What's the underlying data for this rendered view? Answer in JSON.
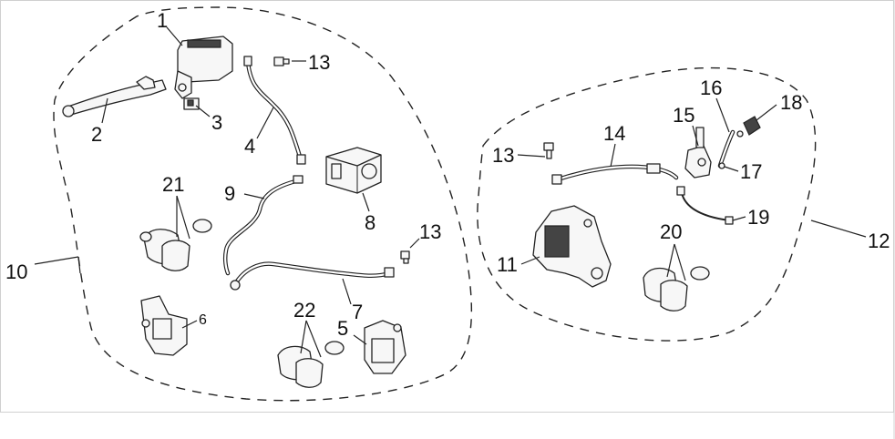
{
  "callouts": [
    "1",
    "2",
    "3",
    "4",
    "5",
    "6",
    "7",
    "8",
    "9",
    "10",
    "11",
    "12",
    "13",
    "13",
    "14",
    "15",
    "16",
    "17",
    "18",
    "19",
    "20",
    "21",
    "22"
  ]
}
